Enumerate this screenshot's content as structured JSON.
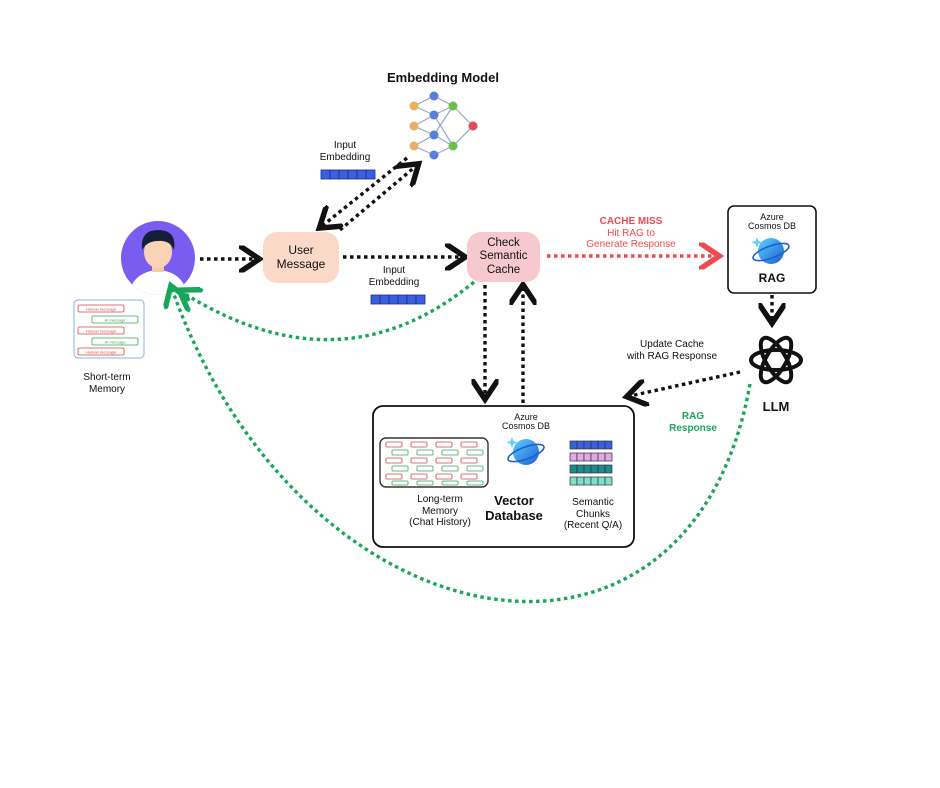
{
  "embedding_model": {
    "title": "Embedding Model"
  },
  "input_embedding_top": {
    "line1": "Input",
    "line2": "Embedding"
  },
  "input_embedding_mid": {
    "line1": "Input",
    "line2": "Embedding"
  },
  "user_message": {
    "line1": "User",
    "line2": "Message"
  },
  "semantic_cache": {
    "line1": "Check",
    "line2": "Semantic",
    "line3": "Cache"
  },
  "cache_miss": {
    "title": "CACHE MISS",
    "line1": "Hit RAG to",
    "line2": "Generate Response"
  },
  "rag": {
    "db_line1": "Azure",
    "db_line2": "Cosmos DB",
    "label": "RAG"
  },
  "llm": {
    "label": "LLM"
  },
  "update_cache": {
    "line1": "Update Cache",
    "line2": "with RAG Response"
  },
  "rag_response": {
    "line1": "RAG",
    "line2": "Response"
  },
  "short_term": {
    "line1": "Short-term",
    "line2": "Memory",
    "messages": [
      "Human message",
      "AI message",
      "Human message",
      "AI message",
      "Human message"
    ]
  },
  "vector_db": {
    "db_line1": "Azure",
    "db_line2": "Cosmos DB",
    "title_line1": "Vector",
    "title_line2": "Database",
    "long_term_line1": "Long-term",
    "long_term_line2": "Memory",
    "long_term_line3": "(Chat History)",
    "chunks_line1": "Semantic",
    "chunks_line2": "Chunks",
    "chunks_line3": "(Recent Q/A)"
  },
  "colors": {
    "black_arrow": "#111111",
    "miss_red": "#f04a4f",
    "green": "#1aa65a",
    "user_node_bg": "#fad9c8",
    "cache_node_bg": "#f7c9cf",
    "avatar_purple": "#7b5cf0",
    "embedding_blue": "#3a5fe0",
    "chunk_pink": "#e3a8e8",
    "chunk_teal": "#1c8c8c",
    "chunk_mint": "#7ee0c9"
  }
}
